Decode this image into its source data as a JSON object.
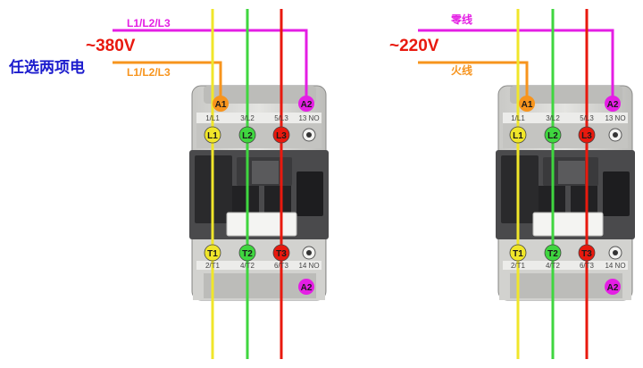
{
  "colors": {
    "magenta": "#e41ee4",
    "orange": "#f7941d",
    "yellow": "#f0e62a",
    "green": "#3fd63f",
    "red": "#e8190e",
    "blue": "#1c1ccd",
    "contactor_body": "#d9d9d6",
    "contactor_dark": "#2a2a2c"
  },
  "left": {
    "top_wire_label": "L1/L2/L3",
    "voltage": "~380V",
    "note": "任选两项电",
    "lower_wire_label": "L1/L2/L3"
  },
  "right": {
    "top_wire_label": "零线",
    "voltage": "~220V",
    "lower_wire_label": "火线"
  },
  "contactor": {
    "top_row_labels": [
      "1/L1",
      "3/L2",
      "5/L3",
      "13 NO"
    ],
    "bottom_row_labels": [
      "2/T1",
      "4/T2",
      "6/T3",
      "14 NO"
    ],
    "coil_top": "A1",
    "coil_top_right": "A2",
    "coil_bottom": "A2",
    "top_terminals": [
      "L1",
      "L2",
      "L3"
    ],
    "bottom_terminals": [
      "T1",
      "T2",
      "T3"
    ]
  }
}
